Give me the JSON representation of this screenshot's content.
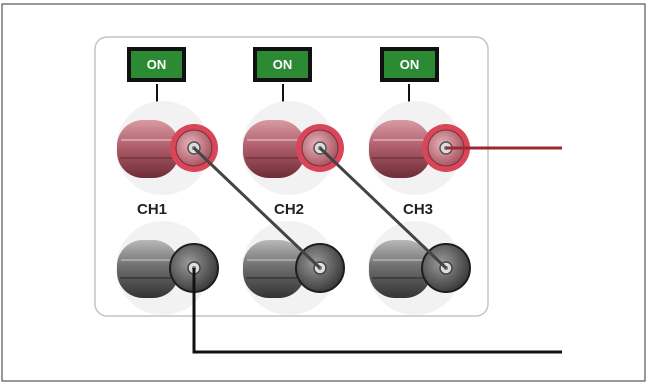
{
  "channels": [
    {
      "id": "ch1",
      "label": "CH1",
      "switch_text": "ON"
    },
    {
      "id": "ch2",
      "label": "CH2",
      "switch_text": "ON"
    },
    {
      "id": "ch3",
      "label": "CH3",
      "switch_text": "ON"
    }
  ],
  "colors": {
    "positive_terminal": "#b56a76",
    "negative_terminal": "#6a6a6a",
    "switch_fill": "#2c8a34",
    "positive_lead": "#9a2a30",
    "negative_lead": "#111111",
    "jumper": "#444444"
  }
}
